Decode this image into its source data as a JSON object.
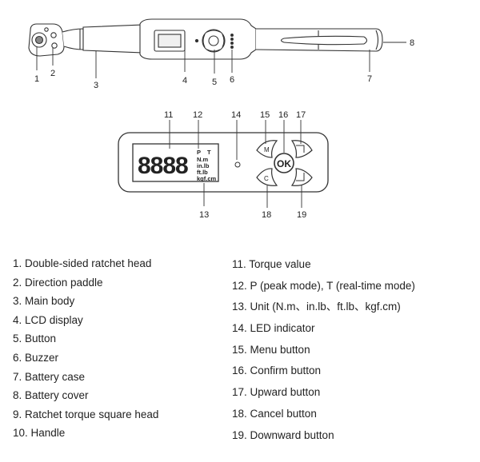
{
  "callouts": {
    "c1": "1",
    "c2": "2",
    "c3": "3",
    "c4": "4",
    "c5": "5",
    "c6": "6",
    "c7": "7",
    "c8": "8",
    "c11": "11",
    "c12": "12",
    "c13": "13",
    "c14": "14",
    "c15": "15",
    "c16": "16",
    "c17": "17",
    "c18": "18",
    "c19": "19"
  },
  "display": {
    "digits": "8888",
    "mode_p": "P",
    "mode_t": "T",
    "units": [
      "N.m",
      "in.lb",
      "ft.lb",
      "kgf.cm"
    ]
  },
  "buttons": {
    "menu": "M",
    "ok": "OK",
    "cancel": "C"
  },
  "legend_left": [
    "1. Double-sided ratchet head",
    "2. Direction paddle",
    "3. Main body",
    "4. LCD display",
    "5. Button",
    "6. Buzzer",
    "7. Battery case",
    "8. Battery cover",
    "9. Ratchet torque square head",
    "10. Handle"
  ],
  "legend_right": [
    "11. Torque value",
    "12. P (peak mode), T (real-time mode)",
    "13. Unit (N.m、in.lb、ft.lb、kgf.cm)",
    "14. LED indicator",
    "15. Menu button",
    "16. Confirm button",
    "17. Upward button",
    "18. Cancel button",
    "19. Downward button"
  ]
}
